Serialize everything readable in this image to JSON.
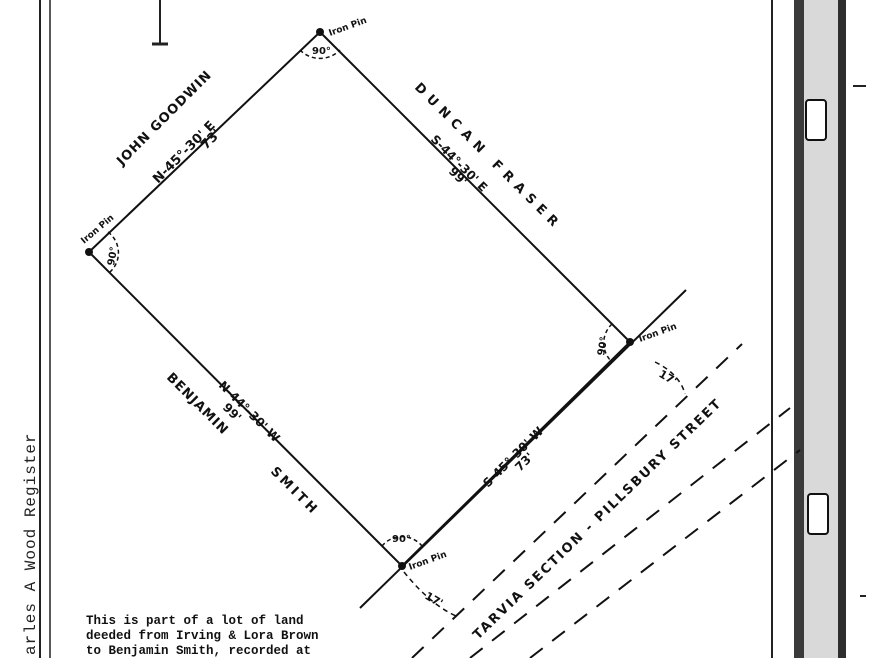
{
  "parcel": {
    "north_line": {
      "owner": "JOHN GOODWIN",
      "bearing": "N-45°-30' E",
      "distance": "73'"
    },
    "east_line": {
      "owner": "DUNCAN FRASER",
      "bearing": "S-44°-30' E",
      "distance": "99'"
    },
    "south_line": {
      "bearing": "S-45°-30'-W",
      "distance": "73'"
    },
    "west_line": {
      "owner_line1": "BENJAMIN",
      "owner_line2": "SMITH",
      "bearing": "N-44°-30' W",
      "distance": "99'"
    },
    "corner_label": "Iron Pin",
    "angle_label": "90°"
  },
  "street": {
    "label": "TARVIA SECTION - PILLSBURY STREET",
    "offset": "17'"
  },
  "stamp": {
    "text": "arles A Wood Register"
  },
  "caption": {
    "line1": "This is part of a lot of land",
    "line2": "deeded from Irving & Lora Brown",
    "line3": "to Benjamin Smith, recorded at"
  }
}
